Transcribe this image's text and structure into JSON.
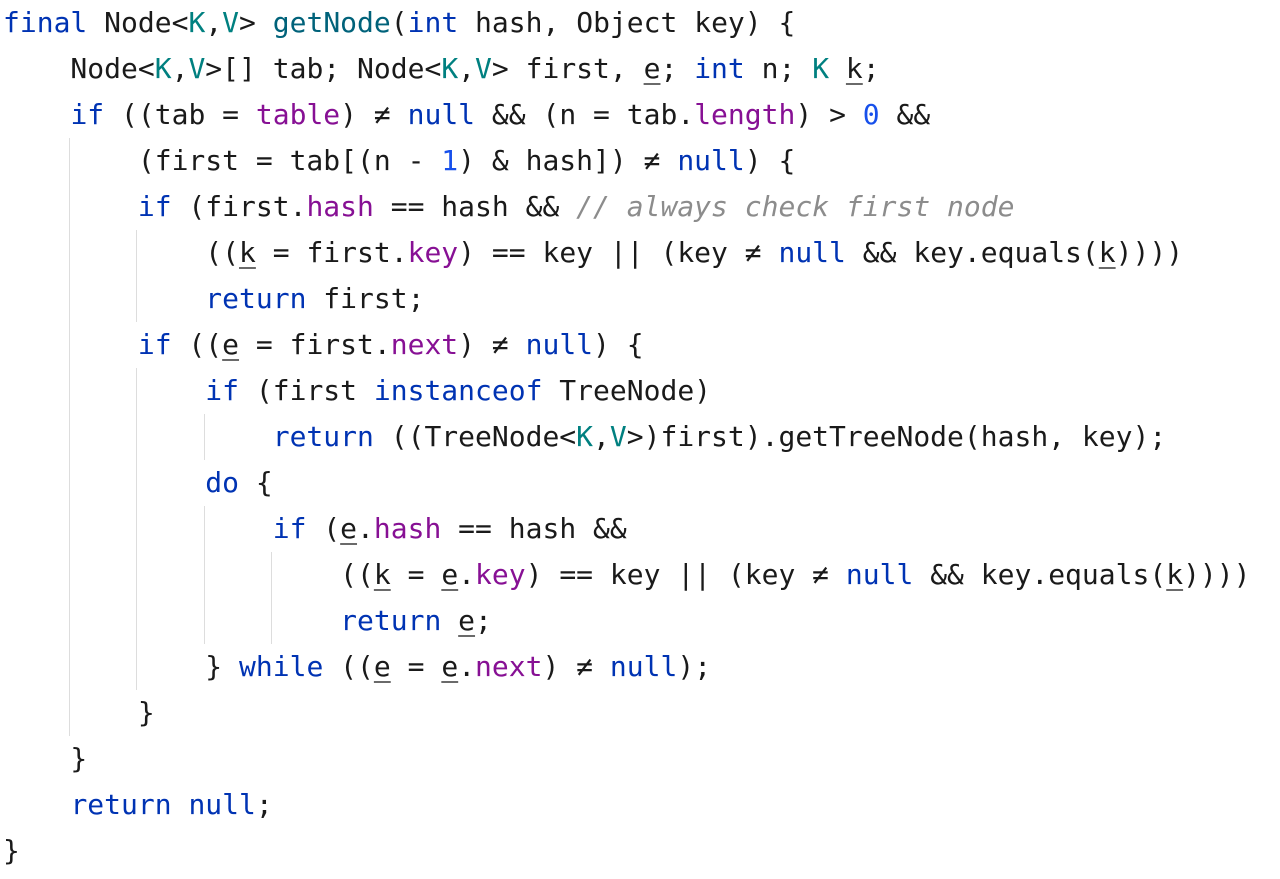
{
  "colors": {
    "background": "#ffffff",
    "text": "#1a1a1a",
    "keyword": "#0033b3",
    "type_param": "#008080",
    "method_decl": "#00627a",
    "field": "#871094",
    "number": "#1750eb",
    "comment": "#8c8c8c",
    "indent_guide": "#dddddd"
  },
  "code": {
    "lines": [
      [
        {
          "t": "final",
          "c": "kw"
        },
        {
          "t": " Node<",
          "c": "plain"
        },
        {
          "t": "K",
          "c": "tp"
        },
        {
          "t": ",",
          "c": "plain"
        },
        {
          "t": "V",
          "c": "tp"
        },
        {
          "t": "> ",
          "c": "plain"
        },
        {
          "t": "getNode",
          "c": "fn"
        },
        {
          "t": "(",
          "c": "plain"
        },
        {
          "t": "int",
          "c": "kw"
        },
        {
          "t": " hash, Object key) {",
          "c": "plain"
        }
      ],
      [
        {
          "t": "    Node<",
          "c": "plain"
        },
        {
          "t": "K",
          "c": "tp"
        },
        {
          "t": ",",
          "c": "plain"
        },
        {
          "t": "V",
          "c": "tp"
        },
        {
          "t": ">[] tab; Node<",
          "c": "plain"
        },
        {
          "t": "K",
          "c": "tp"
        },
        {
          "t": ",",
          "c": "plain"
        },
        {
          "t": "V",
          "c": "tp"
        },
        {
          "t": "> first, ",
          "c": "plain"
        },
        {
          "t": "e",
          "c": "plain",
          "u": true
        },
        {
          "t": "; ",
          "c": "plain"
        },
        {
          "t": "int",
          "c": "kw"
        },
        {
          "t": " n; ",
          "c": "plain"
        },
        {
          "t": "K",
          "c": "tp"
        },
        {
          "t": " ",
          "c": "plain"
        },
        {
          "t": "k",
          "c": "plain",
          "u": true
        },
        {
          "t": ";",
          "c": "plain"
        }
      ],
      [
        {
          "t": "    ",
          "c": "plain"
        },
        {
          "t": "if",
          "c": "kw"
        },
        {
          "t": " ((tab = ",
          "c": "plain"
        },
        {
          "t": "table",
          "c": "fld"
        },
        {
          "t": ") ≠ ",
          "c": "plain"
        },
        {
          "t": "null",
          "c": "kw"
        },
        {
          "t": " && (n = tab.",
          "c": "plain"
        },
        {
          "t": "length",
          "c": "fld"
        },
        {
          "t": ") > ",
          "c": "plain"
        },
        {
          "t": "0",
          "c": "num"
        },
        {
          "t": " &&",
          "c": "plain"
        }
      ],
      [
        {
          "t": "        (first = tab[(n - ",
          "c": "plain"
        },
        {
          "t": "1",
          "c": "num"
        },
        {
          "t": ") & hash]) ≠ ",
          "c": "plain"
        },
        {
          "t": "null",
          "c": "kw"
        },
        {
          "t": ") {",
          "c": "plain"
        }
      ],
      [
        {
          "t": "        ",
          "c": "plain"
        },
        {
          "t": "if",
          "c": "kw"
        },
        {
          "t": " (first.",
          "c": "plain"
        },
        {
          "t": "hash",
          "c": "fld"
        },
        {
          "t": " == hash && ",
          "c": "plain"
        },
        {
          "t": "// always check first node",
          "c": "cmt"
        }
      ],
      [
        {
          "t": "            ((",
          "c": "plain"
        },
        {
          "t": "k",
          "c": "plain",
          "u": true
        },
        {
          "t": " = first.",
          "c": "plain"
        },
        {
          "t": "key",
          "c": "fld"
        },
        {
          "t": ") == key || (key ≠ ",
          "c": "plain"
        },
        {
          "t": "null",
          "c": "kw"
        },
        {
          "t": " && key.equals(",
          "c": "plain"
        },
        {
          "t": "k",
          "c": "plain",
          "u": true
        },
        {
          "t": "))))",
          "c": "plain"
        }
      ],
      [
        {
          "t": "            ",
          "c": "plain"
        },
        {
          "t": "return",
          "c": "kw"
        },
        {
          "t": " first;",
          "c": "plain"
        }
      ],
      [
        {
          "t": "        ",
          "c": "plain"
        },
        {
          "t": "if",
          "c": "kw"
        },
        {
          "t": " ((",
          "c": "plain"
        },
        {
          "t": "e",
          "c": "plain",
          "u": true
        },
        {
          "t": " = first.",
          "c": "plain"
        },
        {
          "t": "next",
          "c": "fld"
        },
        {
          "t": ") ≠ ",
          "c": "plain"
        },
        {
          "t": "null",
          "c": "kw"
        },
        {
          "t": ") {",
          "c": "plain"
        }
      ],
      [
        {
          "t": "            ",
          "c": "plain"
        },
        {
          "t": "if",
          "c": "kw"
        },
        {
          "t": " (first ",
          "c": "plain"
        },
        {
          "t": "instanceof",
          "c": "kw"
        },
        {
          "t": " TreeNode)",
          "c": "plain"
        }
      ],
      [
        {
          "t": "                ",
          "c": "plain"
        },
        {
          "t": "return",
          "c": "kw"
        },
        {
          "t": " ((TreeNode<",
          "c": "plain"
        },
        {
          "t": "K",
          "c": "tp"
        },
        {
          "t": ",",
          "c": "plain"
        },
        {
          "t": "V",
          "c": "tp"
        },
        {
          "t": ">)first).getTreeNode(hash, key);",
          "c": "plain"
        }
      ],
      [
        {
          "t": "            ",
          "c": "plain"
        },
        {
          "t": "do",
          "c": "kw"
        },
        {
          "t": " {",
          "c": "plain"
        }
      ],
      [
        {
          "t": "                ",
          "c": "plain"
        },
        {
          "t": "if",
          "c": "kw"
        },
        {
          "t": " (",
          "c": "plain"
        },
        {
          "t": "e",
          "c": "plain",
          "u": true
        },
        {
          "t": ".",
          "c": "plain"
        },
        {
          "t": "hash",
          "c": "fld"
        },
        {
          "t": " == hash &&",
          "c": "plain"
        }
      ],
      [
        {
          "t": "                    ((",
          "c": "plain"
        },
        {
          "t": "k",
          "c": "plain",
          "u": true
        },
        {
          "t": " = ",
          "c": "plain"
        },
        {
          "t": "e",
          "c": "plain",
          "u": true
        },
        {
          "t": ".",
          "c": "plain"
        },
        {
          "t": "key",
          "c": "fld"
        },
        {
          "t": ") == key || (key ≠ ",
          "c": "plain"
        },
        {
          "t": "null",
          "c": "kw"
        },
        {
          "t": " && key.equals(",
          "c": "plain"
        },
        {
          "t": "k",
          "c": "plain",
          "u": true
        },
        {
          "t": "))))",
          "c": "plain"
        }
      ],
      [
        {
          "t": "                    ",
          "c": "plain"
        },
        {
          "t": "return",
          "c": "kw"
        },
        {
          "t": " ",
          "c": "plain"
        },
        {
          "t": "e",
          "c": "plain",
          "u": true
        },
        {
          "t": ";",
          "c": "plain"
        }
      ],
      [
        {
          "t": "            } ",
          "c": "plain"
        },
        {
          "t": "while",
          "c": "kw"
        },
        {
          "t": " ((",
          "c": "plain"
        },
        {
          "t": "e",
          "c": "plain",
          "u": true
        },
        {
          "t": " = ",
          "c": "plain"
        },
        {
          "t": "e",
          "c": "plain",
          "u": true
        },
        {
          "t": ".",
          "c": "plain"
        },
        {
          "t": "next",
          "c": "fld"
        },
        {
          "t": ") ≠ ",
          "c": "plain"
        },
        {
          "t": "null",
          "c": "kw"
        },
        {
          "t": ");",
          "c": "plain"
        }
      ],
      [
        {
          "t": "        }",
          "c": "plain"
        }
      ],
      [
        {
          "t": "    }",
          "c": "plain"
        }
      ],
      [
        {
          "t": "    ",
          "c": "plain"
        },
        {
          "t": "return",
          "c": "kw"
        },
        {
          "t": " ",
          "c": "plain"
        },
        {
          "t": "null",
          "c": "kw"
        },
        {
          "t": ";",
          "c": "plain"
        }
      ],
      [
        {
          "t": "}",
          "c": "plain"
        }
      ]
    ]
  }
}
